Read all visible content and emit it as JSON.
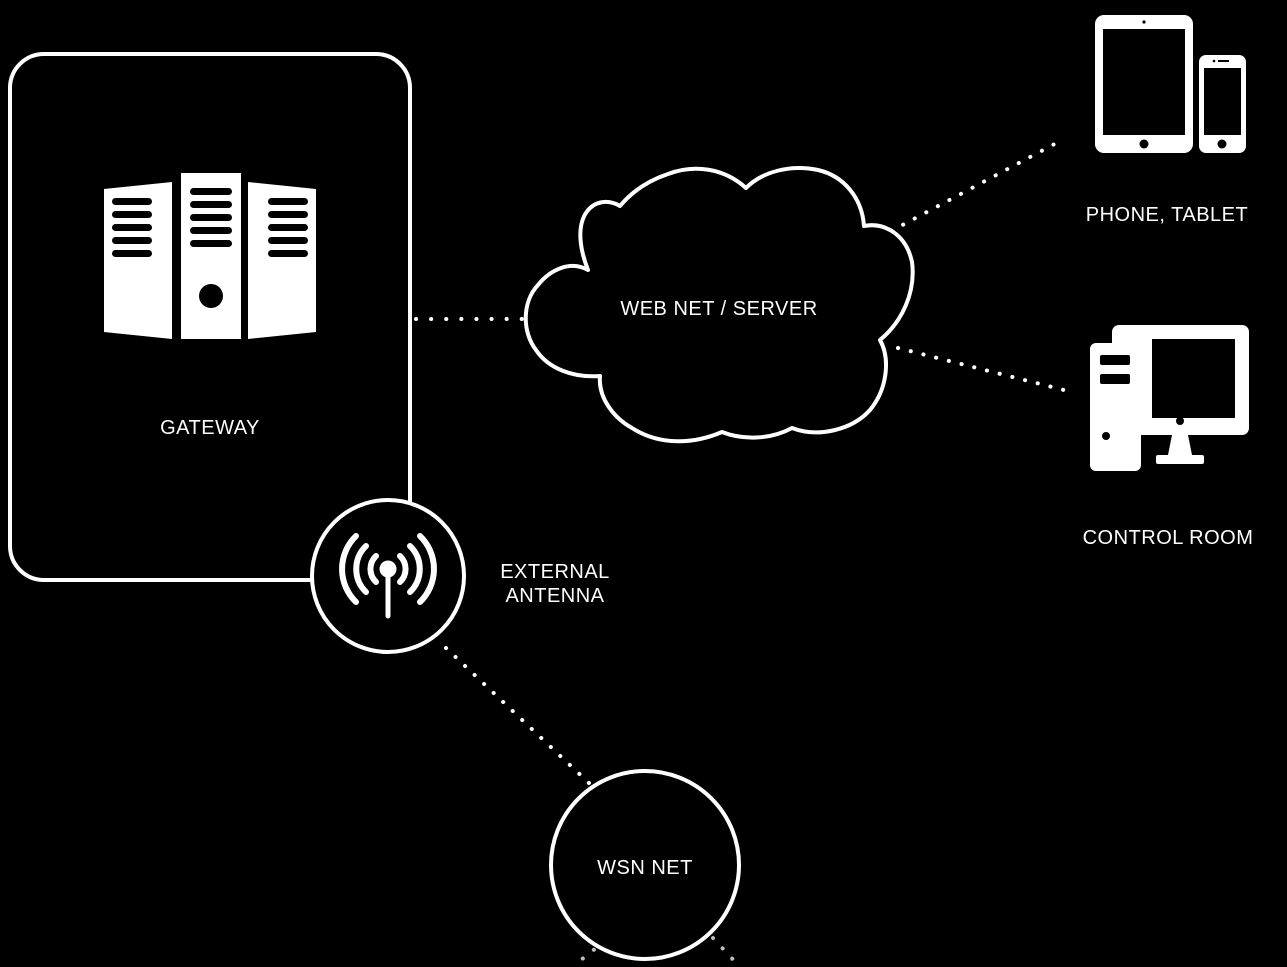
{
  "diagram": {
    "gateway": {
      "label": "GATEWAY"
    },
    "antenna": {
      "label_line1": "EXTERNAL",
      "label_line2": "ANTENNA"
    },
    "cloud": {
      "label": "WEB NET / SERVER"
    },
    "mobile": {
      "label": "PHONE, TABLET"
    },
    "control_room": {
      "label": "CONTROL ROOM"
    },
    "wsn": {
      "label": "WSN NET"
    }
  },
  "colors": {
    "background": "#000000",
    "foreground": "#ffffff",
    "dotted_link_faded": "#8a8a8a"
  },
  "icons": [
    "server-rack-icon",
    "antenna-signal-icon",
    "cloud-icon",
    "tablet-icon",
    "phone-icon",
    "desktop-computer-icon"
  ]
}
